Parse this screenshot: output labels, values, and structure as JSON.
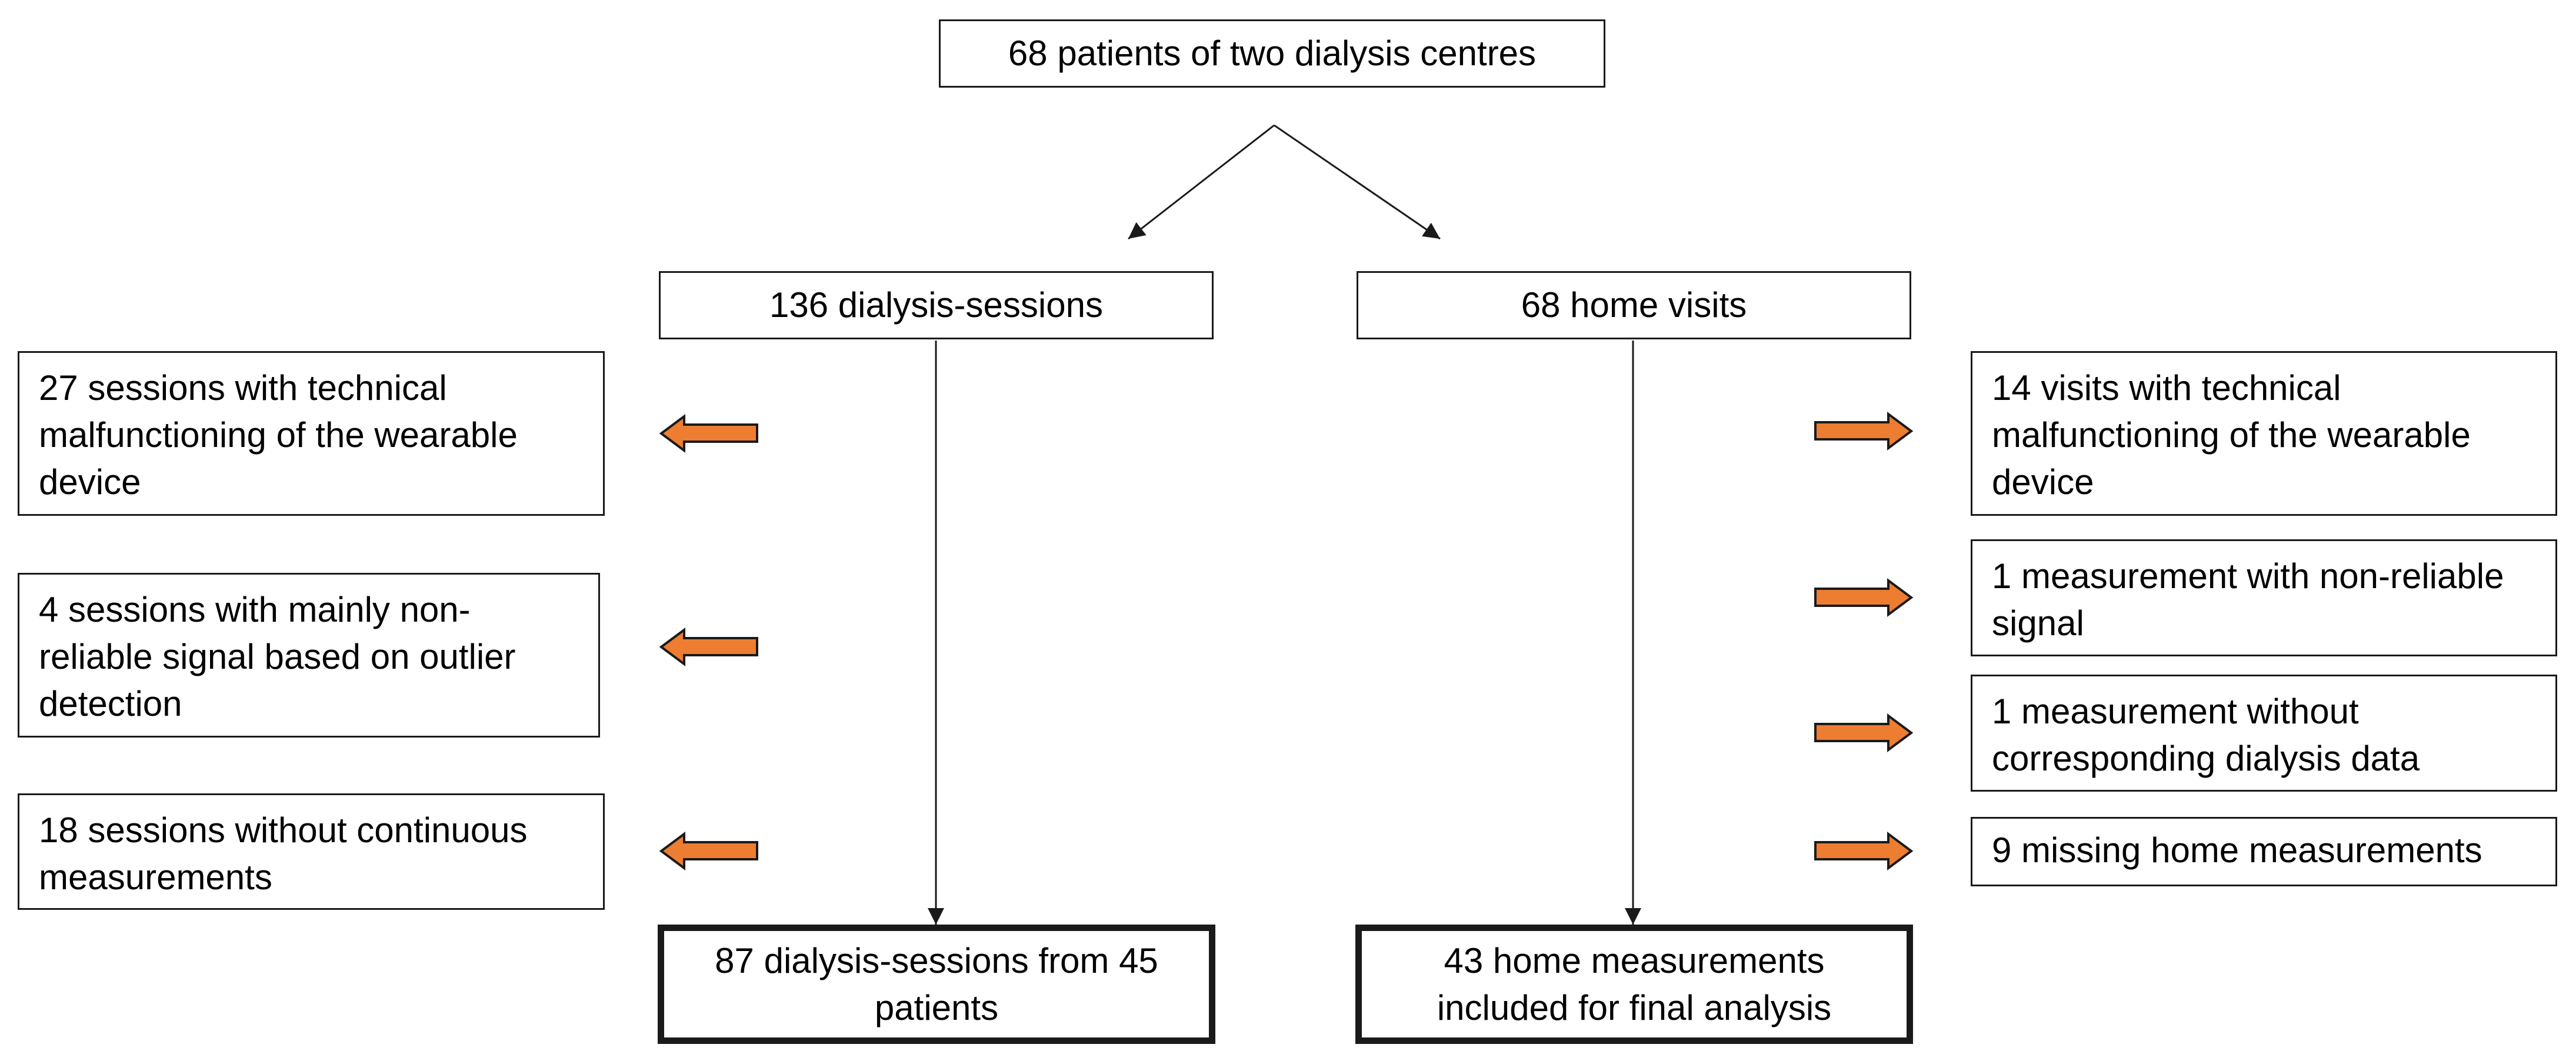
{
  "flowchart": {
    "top": {
      "label": "68 patients of two dialysis centres"
    },
    "branches": {
      "dialysis": {
        "label": "136 dialysis-sessions"
      },
      "home": {
        "label": "68 home visits"
      }
    },
    "exclusions_dialysis": [
      {
        "label": "27 sessions with technical malfunctioning of the wearable device"
      },
      {
        "label": "4 sessions with mainly non-reliable signal based on outlier detection"
      },
      {
        "label": "18 sessions without continuous measurements"
      }
    ],
    "exclusions_home": [
      {
        "label": "14 visits with technical malfunctioning of the wearable device"
      },
      {
        "label": "1 measurement with non-reliable signal"
      },
      {
        "label": "1 measurement without corresponding dialysis data"
      },
      {
        "label": "9 missing home measurements"
      }
    ],
    "outcomes": {
      "dialysis": {
        "label": "87 dialysis-sessions from 45 patients"
      },
      "home": {
        "label": "43 home measurements included for final analysis"
      }
    },
    "colors": {
      "exclusion_arrow": "#ED7D31",
      "stroke": "#1a1a1a"
    }
  }
}
